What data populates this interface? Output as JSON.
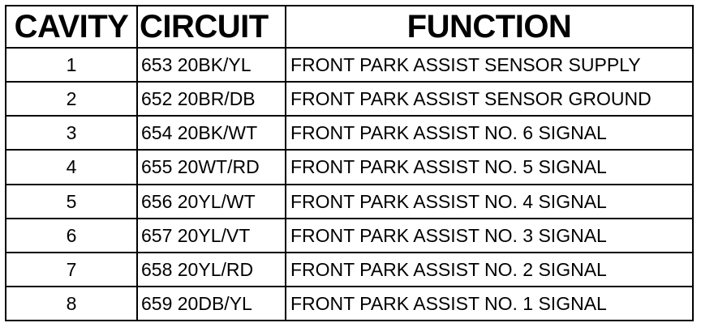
{
  "table": {
    "headers": {
      "cavity": "CAVITY",
      "circuit": "CIRCUIT",
      "function": "FUNCTION"
    },
    "rows": [
      {
        "cavity": "1",
        "circuit": "653 20BK/YL",
        "function": "FRONT PARK ASSIST SENSOR SUPPLY"
      },
      {
        "cavity": "2",
        "circuit": "652 20BR/DB",
        "function": "FRONT PARK ASSIST SENSOR GROUND"
      },
      {
        "cavity": "3",
        "circuit": "654 20BK/WT",
        "function": "FRONT PARK ASSIST NO. 6 SIGNAL"
      },
      {
        "cavity": "4",
        "circuit": "655 20WT/RD",
        "function": "FRONT PARK ASSIST NO. 5 SIGNAL"
      },
      {
        "cavity": "5",
        "circuit": "656 20YL/WT",
        "function": "FRONT PARK ASSIST NO. 4 SIGNAL"
      },
      {
        "cavity": "6",
        "circuit": "657 20YL/VT",
        "function": "FRONT PARK ASSIST NO. 3 SIGNAL"
      },
      {
        "cavity": "7",
        "circuit": "658 20YL/RD",
        "function": "FRONT PARK ASSIST NO. 2 SIGNAL"
      },
      {
        "cavity": "8",
        "circuit": "659 20DB/YL",
        "function": "FRONT PARK ASSIST NO. 1 SIGNAL"
      }
    ]
  }
}
